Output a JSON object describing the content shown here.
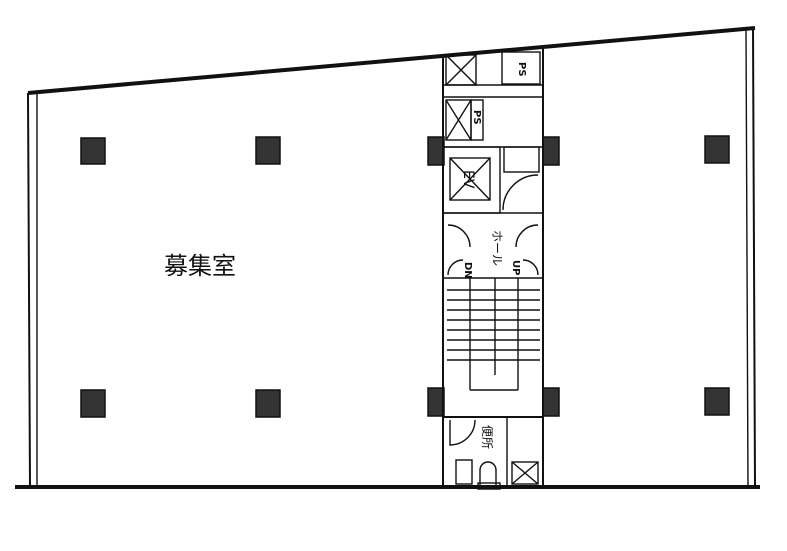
{
  "plan": {
    "room_label": "募集室",
    "core_labels": {
      "ps_top": "PS",
      "ps_second": "PS",
      "elevator": "EV",
      "down": "DN",
      "hall": "ホール",
      "up": "UP",
      "toilet": "便所"
    }
  }
}
